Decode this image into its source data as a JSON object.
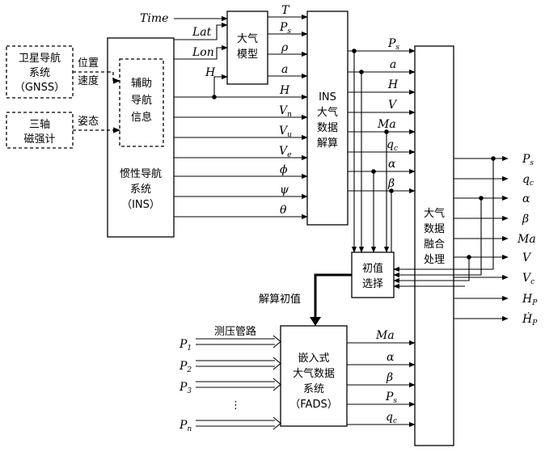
{
  "blocks": {
    "gnss": [
      "卫星导航",
      "系统",
      "（GNSS）"
    ],
    "mag": [
      "三轴",
      "磁强计"
    ],
    "ins": [
      "惯性导航",
      "系统",
      "（INS）"
    ],
    "aux": [
      "辅助",
      "导航",
      "信息"
    ],
    "atm": [
      "大气",
      "模型"
    ],
    "ins_adc": [
      "INS",
      "大气",
      "数据",
      "解算"
    ],
    "fusion": [
      "大气",
      "数据",
      "融合",
      "处理"
    ],
    "init": [
      "初值",
      "选择"
    ],
    "fads": [
      "嵌入式",
      "大气数据",
      "系统",
      "（FADS）"
    ]
  },
  "labels": {
    "position": "位置",
    "velocity": "速度",
    "attitude": "姿态",
    "solve_init": "解算初值",
    "pressure_line": "测压管路",
    "dots": "⋮"
  },
  "inputs": {
    "time": "Time",
    "lat": "Lat",
    "lon": "Lon",
    "h": "H"
  },
  "atm_out": [
    {
      "main": "T",
      "sub": ""
    },
    {
      "main": "P",
      "sub": "s"
    },
    {
      "main": "ρ",
      "sub": ""
    },
    {
      "main": "a",
      "sub": ""
    }
  ],
  "ins_out": [
    {
      "main": "H",
      "sub": ""
    },
    {
      "main": "V",
      "sub": "n"
    },
    {
      "main": "V",
      "sub": "u"
    },
    {
      "main": "V",
      "sub": "e"
    },
    {
      "main": "ϕ",
      "sub": ""
    },
    {
      "main": "ψ",
      "sub": ""
    },
    {
      "main": "θ",
      "sub": ""
    }
  ],
  "insadc_out": [
    {
      "main": "P",
      "sub": "s"
    },
    {
      "main": "a",
      "sub": ""
    },
    {
      "main": "H",
      "sub": ""
    },
    {
      "main": "V",
      "sub": ""
    },
    {
      "main": "Ma",
      "sub": ""
    },
    {
      "main": "q",
      "sub": "c"
    },
    {
      "main": "α",
      "sub": ""
    },
    {
      "main": "β",
      "sub": ""
    }
  ],
  "fads_out": [
    {
      "main": "Ma",
      "sub": ""
    },
    {
      "main": "α",
      "sub": ""
    },
    {
      "main": "β",
      "sub": ""
    },
    {
      "main": "P",
      "sub": "s"
    },
    {
      "main": "q",
      "sub": "c"
    }
  ],
  "fads_in": [
    {
      "main": "P",
      "sub": "1"
    },
    {
      "main": "P",
      "sub": "2"
    },
    {
      "main": "P",
      "sub": "3"
    },
    {
      "main": "P",
      "sub": "n"
    }
  ],
  "final_out": [
    {
      "main": "P",
      "sub": "s"
    },
    {
      "main": "q",
      "sub": "c"
    },
    {
      "main": "α",
      "sub": ""
    },
    {
      "main": "β",
      "sub": ""
    },
    {
      "main": "Ma",
      "sub": ""
    },
    {
      "main": "V",
      "sub": ""
    },
    {
      "main": "V",
      "sub": "c"
    },
    {
      "main": "H",
      "sub": "P"
    },
    {
      "main": "Ḣ",
      "sub": "P"
    }
  ]
}
